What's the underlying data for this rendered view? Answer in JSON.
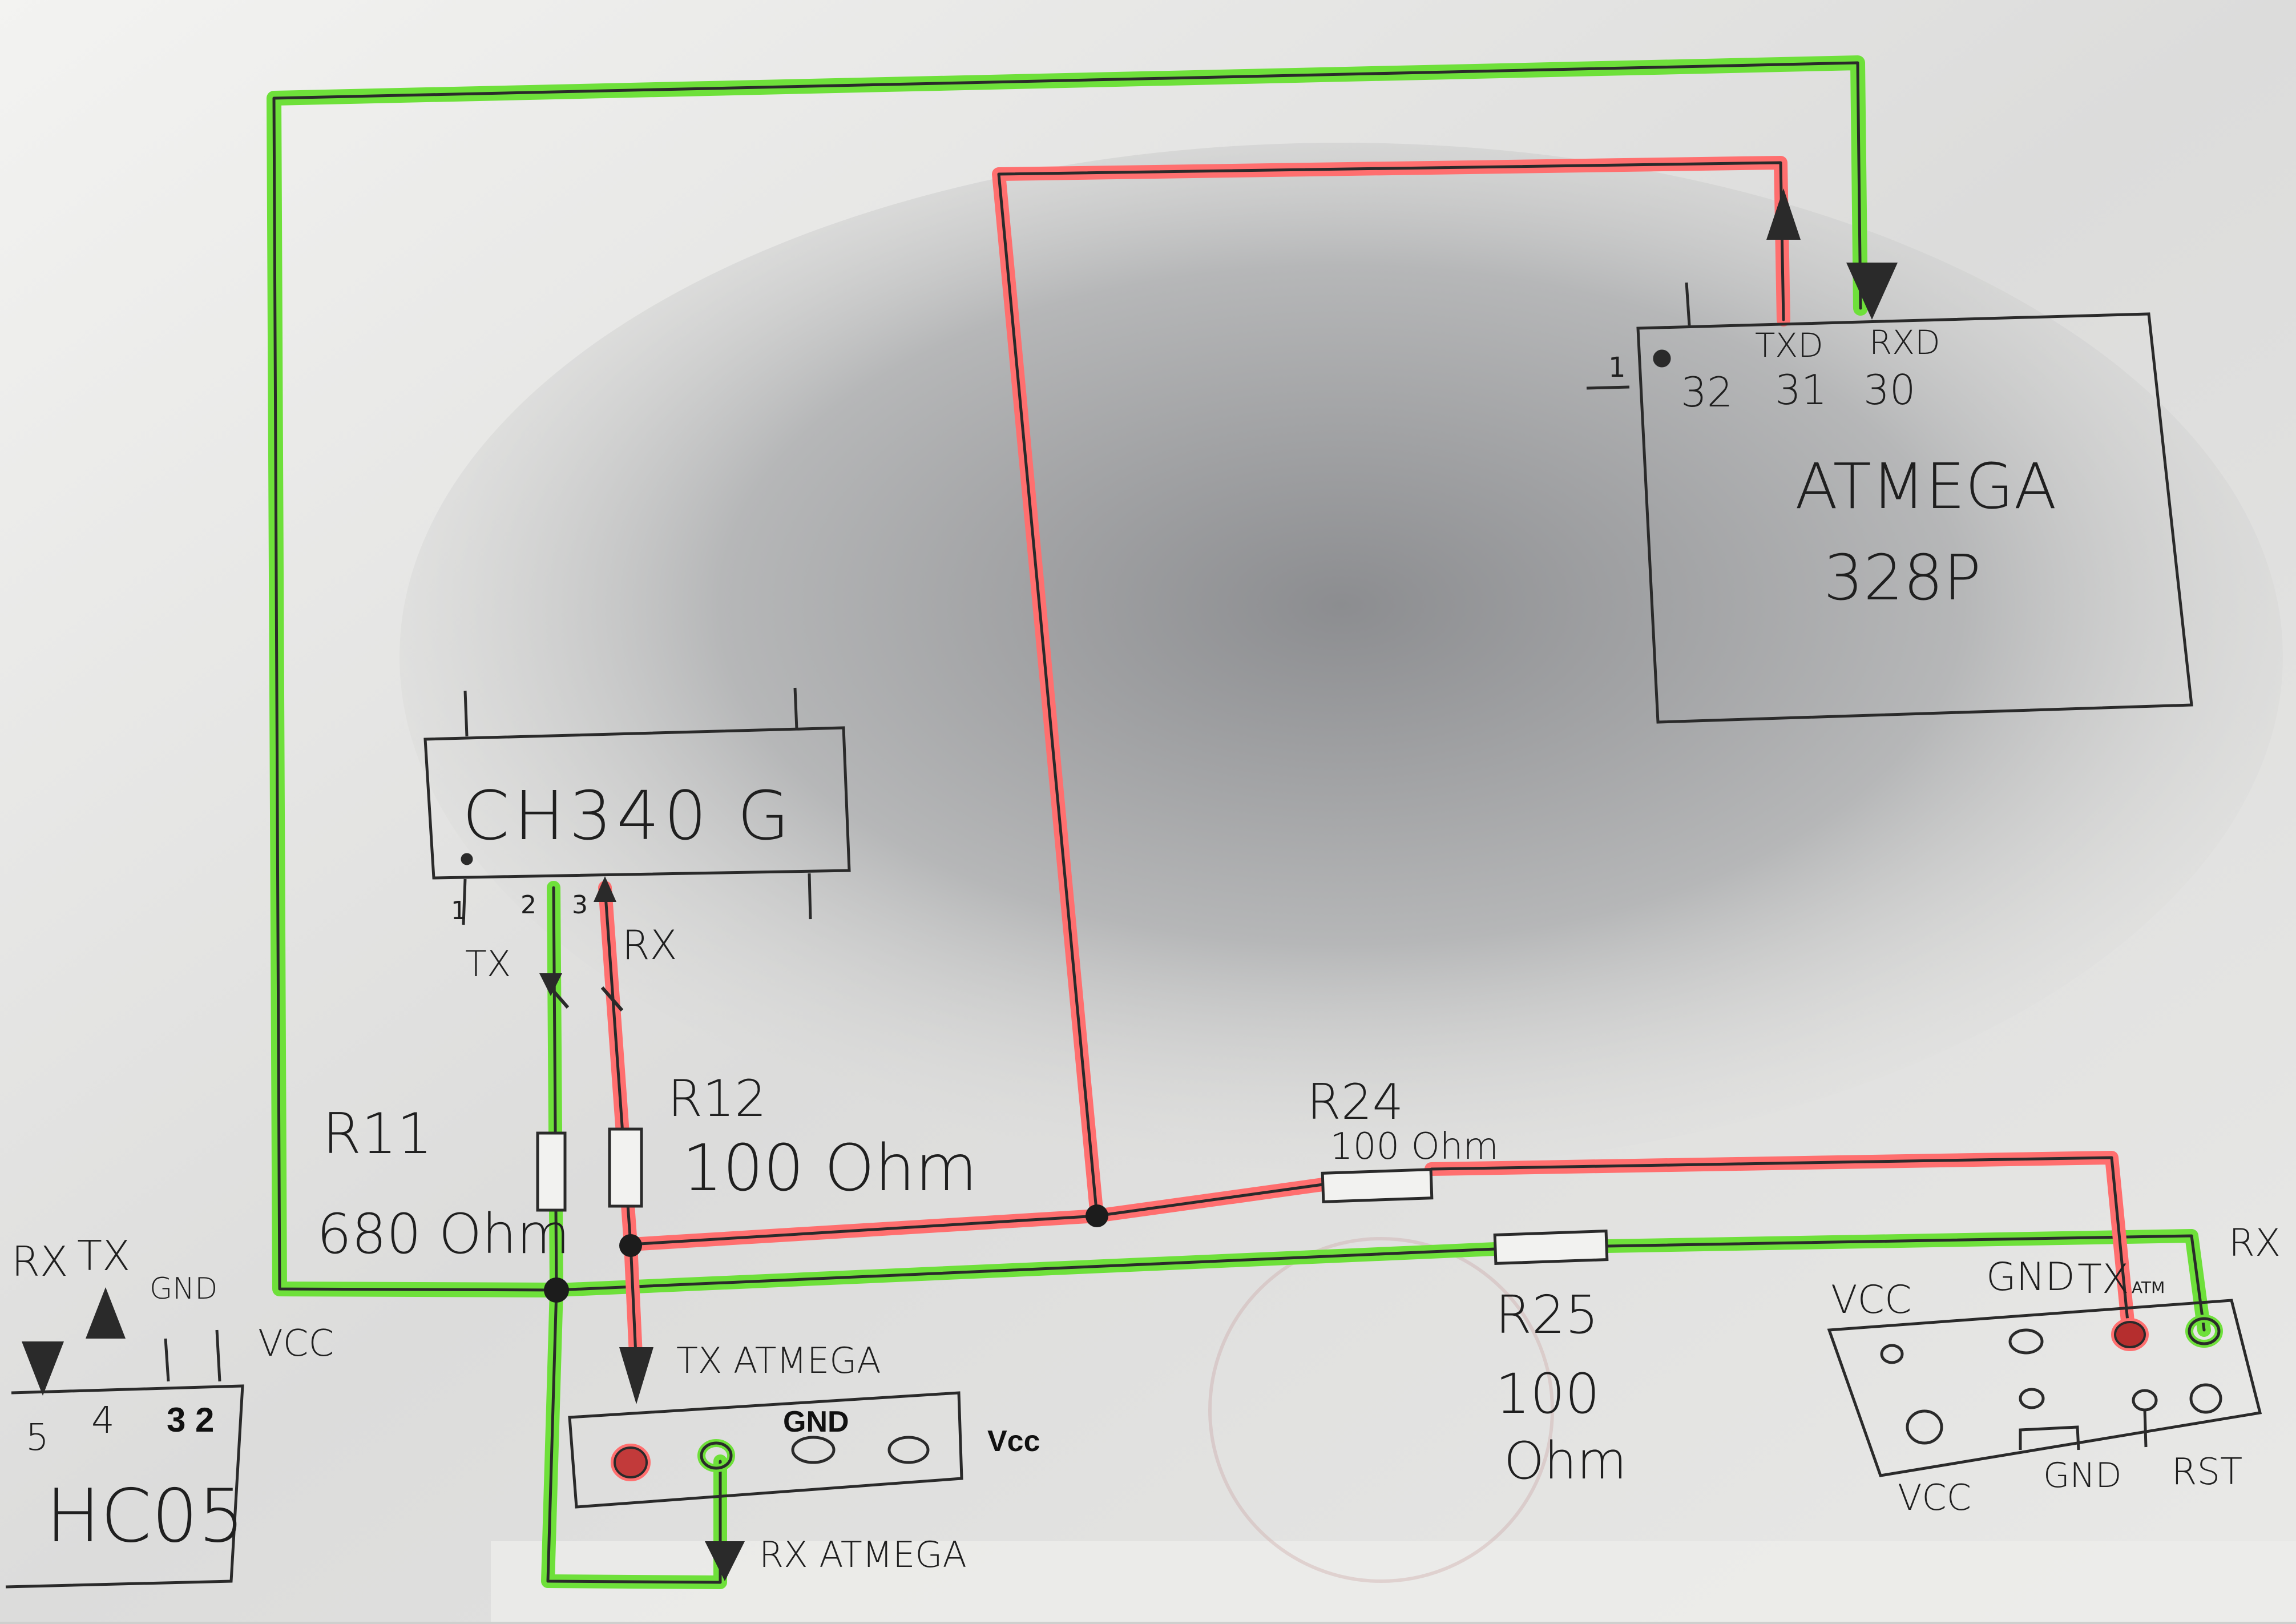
{
  "colors": {
    "green": "#6ee03a",
    "red": "#ff6f6f",
    "ink": "#2a2a2a",
    "paper_light": "#f1f1ef",
    "paper_shadow": "#9a9b9d"
  },
  "ch340": {
    "title": "CH340 G",
    "pin1": "1",
    "pin2": "2",
    "pin3": "3",
    "tx_label": "TX",
    "rx_label": "RX"
  },
  "atmega": {
    "title_line1": "ATMEGA",
    "title_line2": "328P",
    "pin1": "1",
    "pin32": "32",
    "pin31": "31",
    "pin30": "30",
    "txd_label": "TXD",
    "rxd_label": "RXD"
  },
  "resistors": {
    "r11_name": "R11",
    "r11_value": "680 Ohm",
    "r12_name": "R12",
    "r12_value": "100 Ohm",
    "r24_name": "R24",
    "r24_value": "100 Ohm",
    "r25_name": "R25",
    "r25_value_line1": "100",
    "r25_value_line2": "Ohm"
  },
  "hc05": {
    "title": "HC05",
    "rx_label": "RX",
    "tx_label": "TX",
    "gnd_label": "GND",
    "vcc_label": "VCC",
    "pin5": "5",
    "pin4": "4",
    "pins32": "3 2"
  },
  "middle_header": {
    "tx_label": "TX ATMEGA",
    "rx_label": "RX ATMEGA",
    "gnd_label": "GND",
    "vcc_label": "Vcc"
  },
  "isp_header": {
    "vcc_top": "VCC",
    "gnd_top": "GND",
    "tx_label": "TX",
    "atm_label": "ATM",
    "rx_label": "RX",
    "vcc_bottom": "VCC",
    "gnd_bottom": "GND",
    "rst_label": "RST"
  }
}
